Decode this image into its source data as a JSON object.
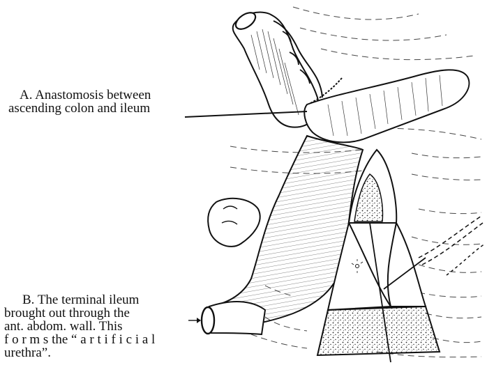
{
  "annotations": {
    "a": {
      "line1": "A. Anastomosis between",
      "line2": "ascending colon and ileum"
    },
    "b": {
      "line1": "B. The terminal ileum",
      "line2": "brought out through the",
      "line3": "ant. abdom. wall.  This",
      "line4": "f o r m s  the “ a r t i f i c i a l",
      "line5": "urethra”."
    }
  },
  "colors": {
    "ink": "#111111",
    "paper": "#ffffff"
  }
}
